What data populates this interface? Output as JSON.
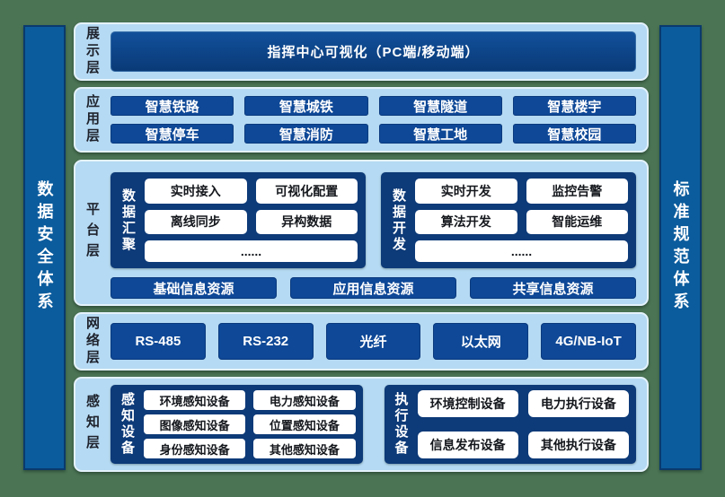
{
  "colors": {
    "background_green": "#4b7454",
    "panel_light_blue": "#b5daf3",
    "box_blue": "#0e4897",
    "group_navy": "#0d3a78",
    "sidebar_blue": "#0b5c9d",
    "white_box": "#ffffff"
  },
  "sidebar_left": {
    "label": "数据安全体系"
  },
  "sidebar_right": {
    "label": "标准规范体系"
  },
  "layers": {
    "display": {
      "label": "展示层",
      "banner": "指挥中心可视化（PC端/移动端）"
    },
    "application": {
      "label": "应用层",
      "items": [
        "智慧铁路",
        "智慧城铁",
        "智慧隧道",
        "智慧楼宇",
        "智慧停车",
        "智慧消防",
        "智慧工地",
        "智慧校园"
      ]
    },
    "platform": {
      "label": "平台层",
      "groups": [
        {
          "label": "数据汇聚",
          "items": [
            "实时接入",
            "可视化配置",
            "离线同步",
            "异构数据"
          ],
          "more": "......"
        },
        {
          "label": "数据开发",
          "items": [
            "实时开发",
            "监控告警",
            "算法开发",
            "智能运维"
          ],
          "more": "......"
        }
      ],
      "resources": [
        "基础信息资源",
        "应用信息资源",
        "共享信息资源"
      ]
    },
    "network": {
      "label": "网络层",
      "items": [
        "RS-485",
        "RS-232",
        "光纤",
        "以太网",
        "4G/NB-IoT"
      ]
    },
    "perception": {
      "label": "感知层",
      "groups": [
        {
          "label": "感知设备",
          "items": [
            "环境感知设备",
            "电力感知设备",
            "图像感知设备",
            "位置感知设备",
            "身份感知设备",
            "其他感知设备"
          ]
        },
        {
          "label": "执行设备",
          "items": [
            "环境控制设备",
            "电力执行设备",
            "信息发布设备",
            "其他执行设备"
          ]
        }
      ]
    }
  }
}
